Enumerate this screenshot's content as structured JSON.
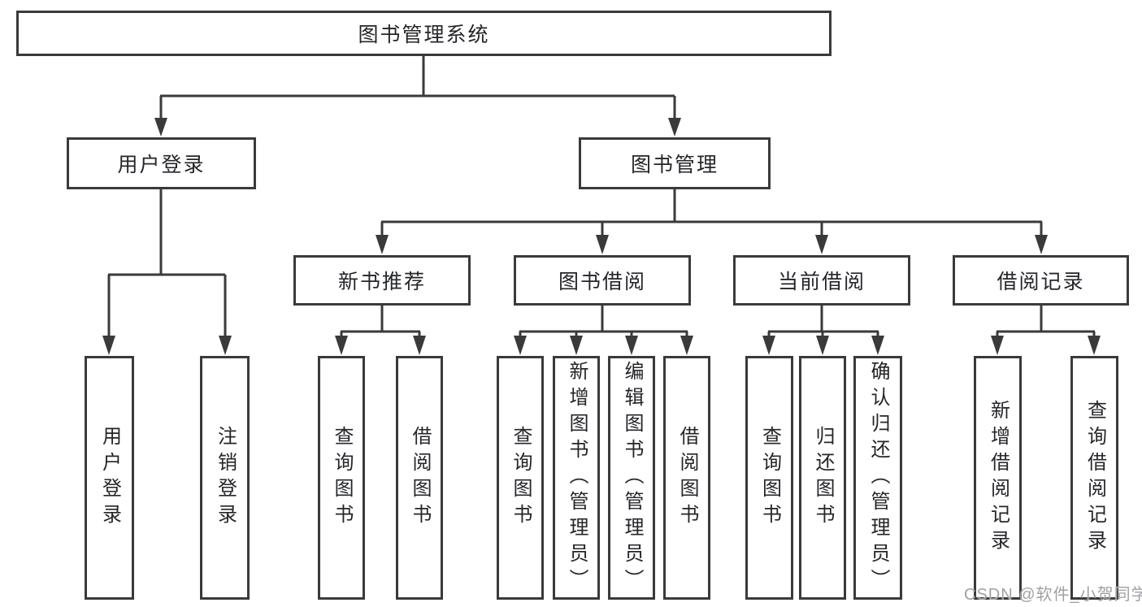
{
  "diagram": {
    "type": "tree",
    "direction": "top-down",
    "tree": {
      "label": "图书管理系统",
      "children": [
        {
          "label": "用户登录",
          "children": [
            {
              "label": "用户登录",
              "orientation": "vertical"
            },
            {
              "label": "注销登录",
              "orientation": "vertical"
            }
          ]
        },
        {
          "label": "图书管理",
          "children": [
            {
              "label": "新书推荐",
              "children": [
                {
                  "label": "查询图书",
                  "orientation": "vertical"
                },
                {
                  "label": "借阅图书",
                  "orientation": "vertical"
                }
              ]
            },
            {
              "label": "图书借阅",
              "children": [
                {
                  "label": "查询图书",
                  "orientation": "vertical"
                },
                {
                  "label": "新增图书（管理员）",
                  "orientation": "vertical"
                },
                {
                  "label": "编辑图书（管理员）",
                  "orientation": "vertical"
                },
                {
                  "label": "借阅图书",
                  "orientation": "vertical"
                }
              ]
            },
            {
              "label": "当前借阅",
              "children": [
                {
                  "label": "查询图书",
                  "orientation": "vertical"
                },
                {
                  "label": "归还图书",
                  "orientation": "vertical"
                },
                {
                  "label": "确认归还（管理员）",
                  "orientation": "vertical"
                }
              ]
            },
            {
              "label": "借阅记录",
              "children": [
                {
                  "label": "新增借阅记录",
                  "orientation": "vertical"
                },
                {
                  "label": "查询借阅记录",
                  "orientation": "vertical"
                }
              ]
            }
          ]
        }
      ]
    }
  },
  "watermark": {
    "text": "CSDN @软件_小贺同学"
  },
  "colors": {
    "line": "#3a3a3a",
    "box_border": "#3a3a3a",
    "text": "#24262a",
    "watermark": "#9fa1a6",
    "background": "#ffffff"
  }
}
